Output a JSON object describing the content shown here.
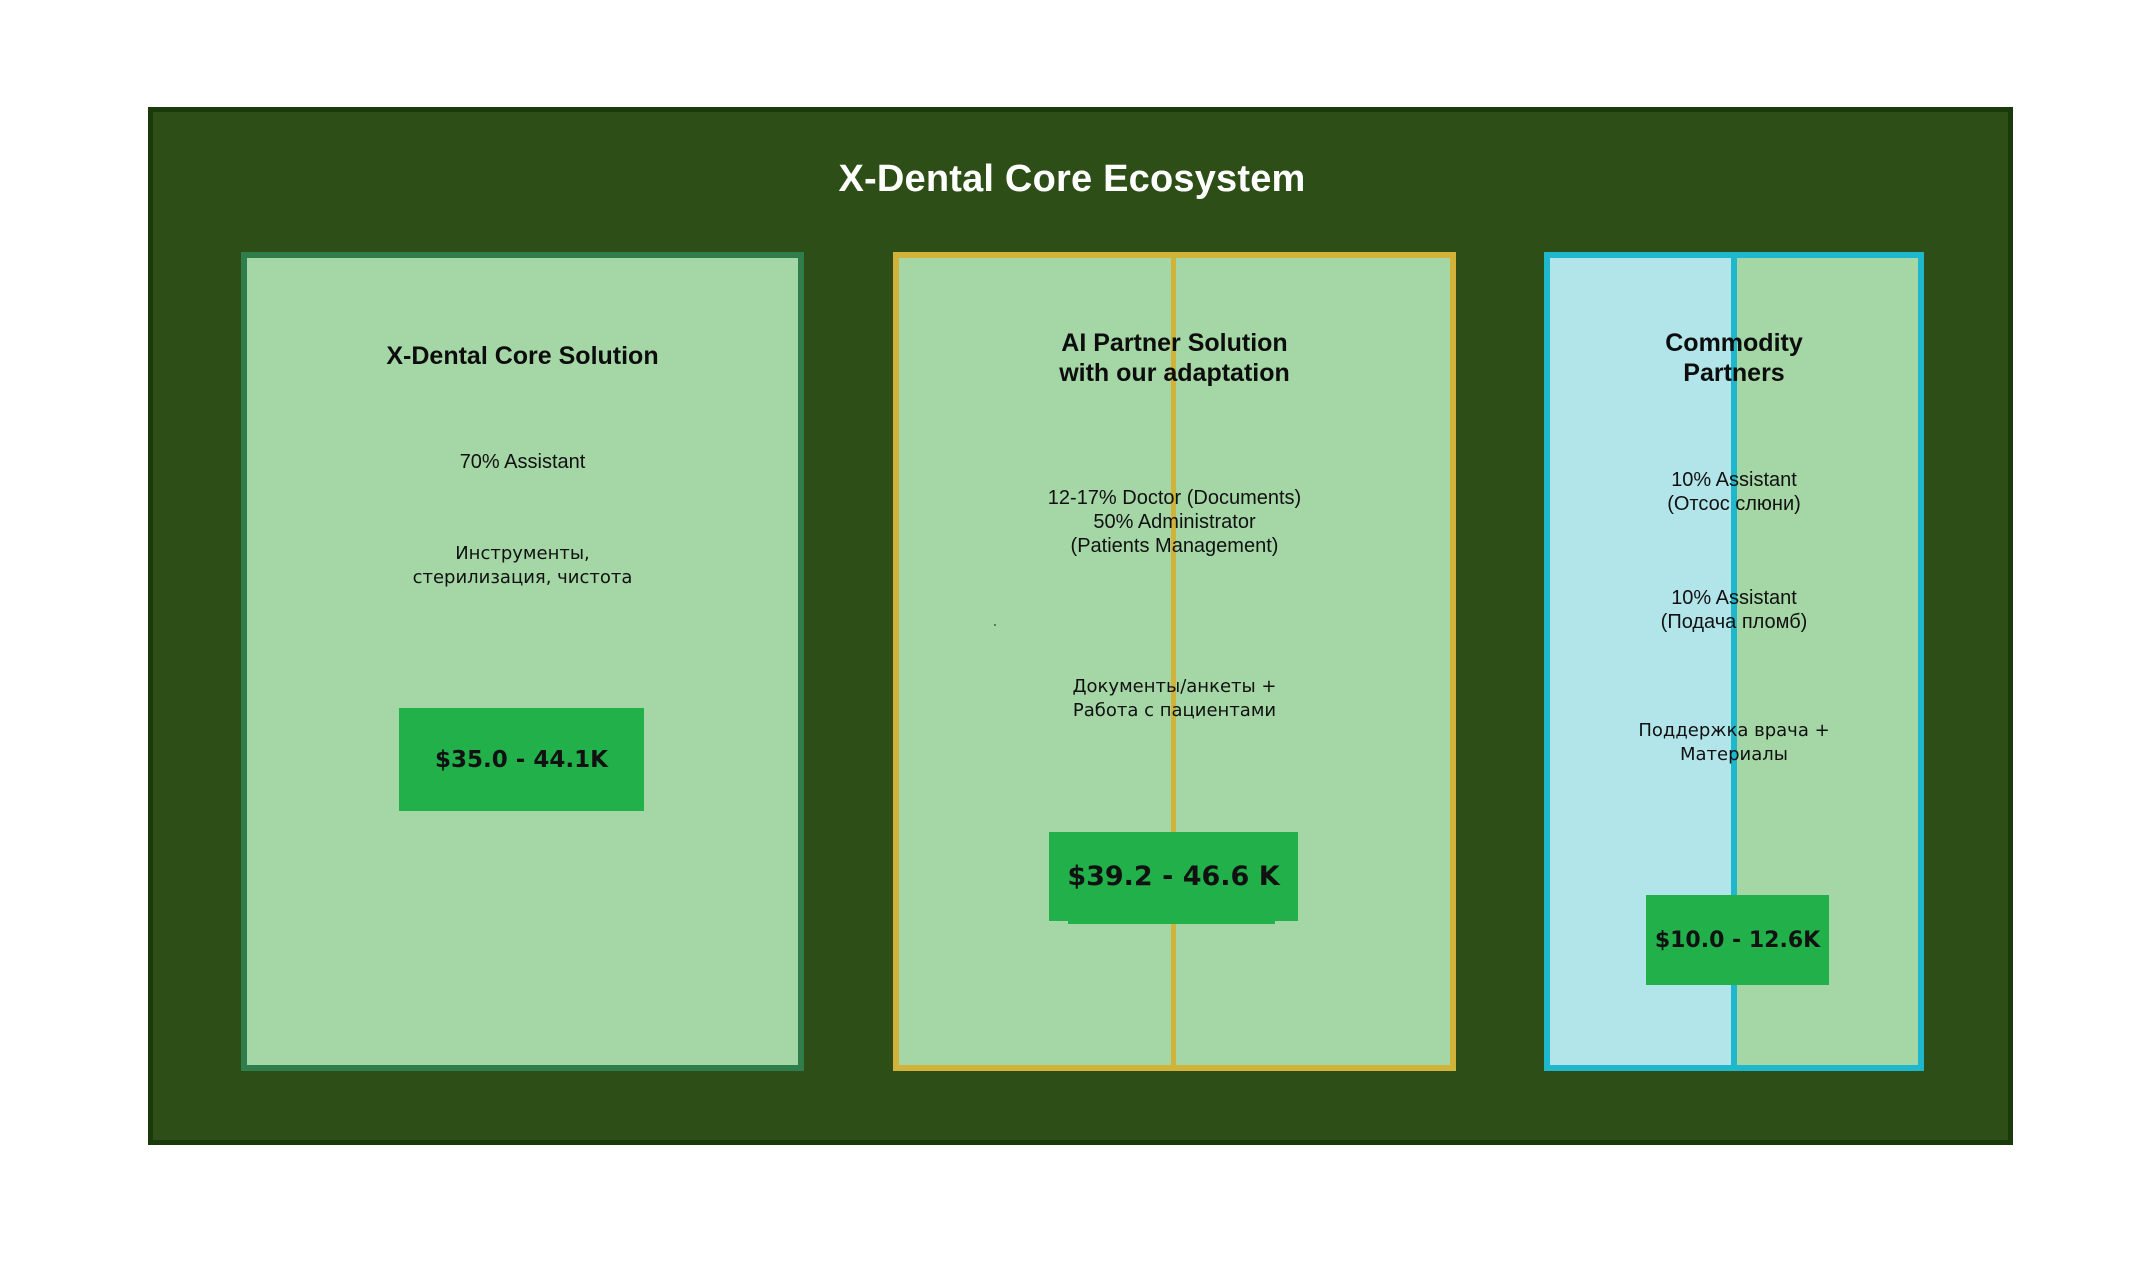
{
  "title": "X-Dental Core Ecosystem",
  "colors": {
    "outer_bg": "#2d4f17",
    "card_bg": "#a4d6a6",
    "core_border": "#2e7d4a",
    "ai_border": "#d2b33a",
    "commodity_border": "#1fb7cb",
    "commodity_fill": "#b2e5ea",
    "price_bg": "#22b04a"
  },
  "cards": [
    {
      "title": "X-Dental Core Solution",
      "items": [
        "70% Assistant",
        "Инструменты,\nстерилизация, чистота"
      ],
      "price": "$35.0 - 44.1K"
    },
    {
      "title": "AI Partner Solution\nwith our adaptation",
      "items": [
        "12-17% Doctor (Documents)\n50% Administrator\n(Patients Management)",
        "Документы/анкеты +\nРабота с пациентами"
      ],
      "price": "$39.2 - 46.6 K"
    },
    {
      "title": "Commodity\nPartners",
      "items": [
        "10% Assistant\n(Отсос слюни)",
        "10% Assistant\n(Подача пломб)",
        "Поддержка врача +\nМатериалы"
      ],
      "price": "$10.0 - 12.6K"
    }
  ]
}
